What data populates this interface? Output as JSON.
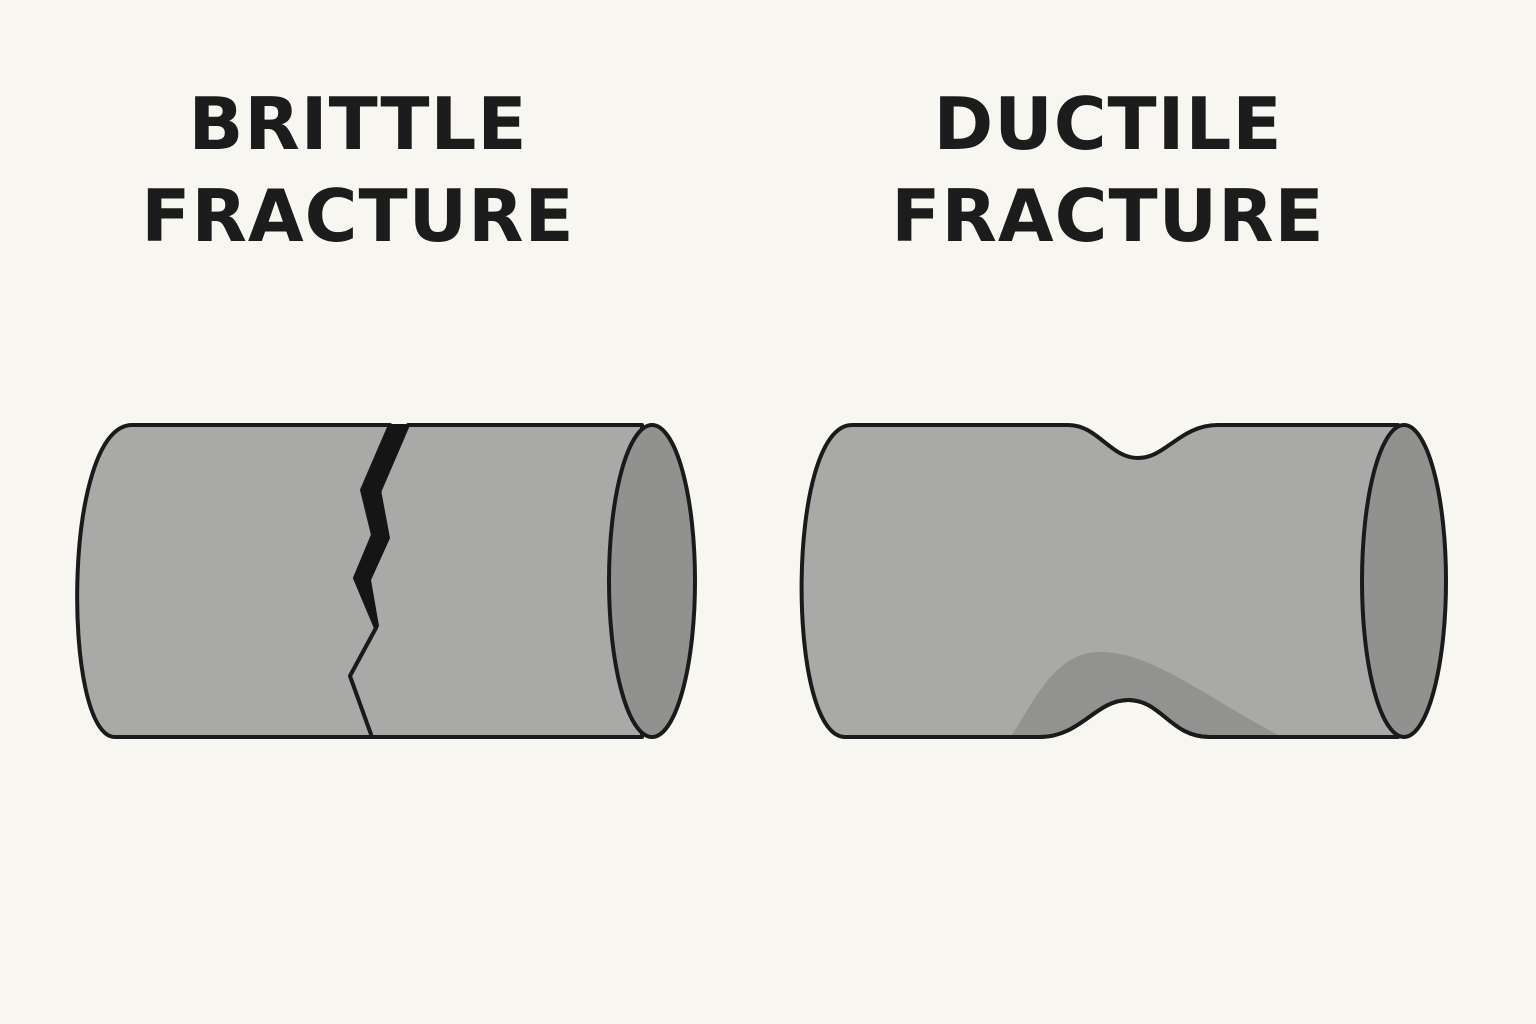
{
  "panels": {
    "brittle": {
      "title_line1": "BRITTLE",
      "title_line2": "FRACTURE"
    },
    "ductile": {
      "title_line1": "DUCTILE",
      "title_line2": "FRACTURE"
    }
  },
  "colors": {
    "background": "#f8f6f0",
    "specimen_body": "#a9aaa8",
    "specimen_end_face": "#919290",
    "outline": "#1a1a1a",
    "title_text": "#1c1c1c"
  }
}
